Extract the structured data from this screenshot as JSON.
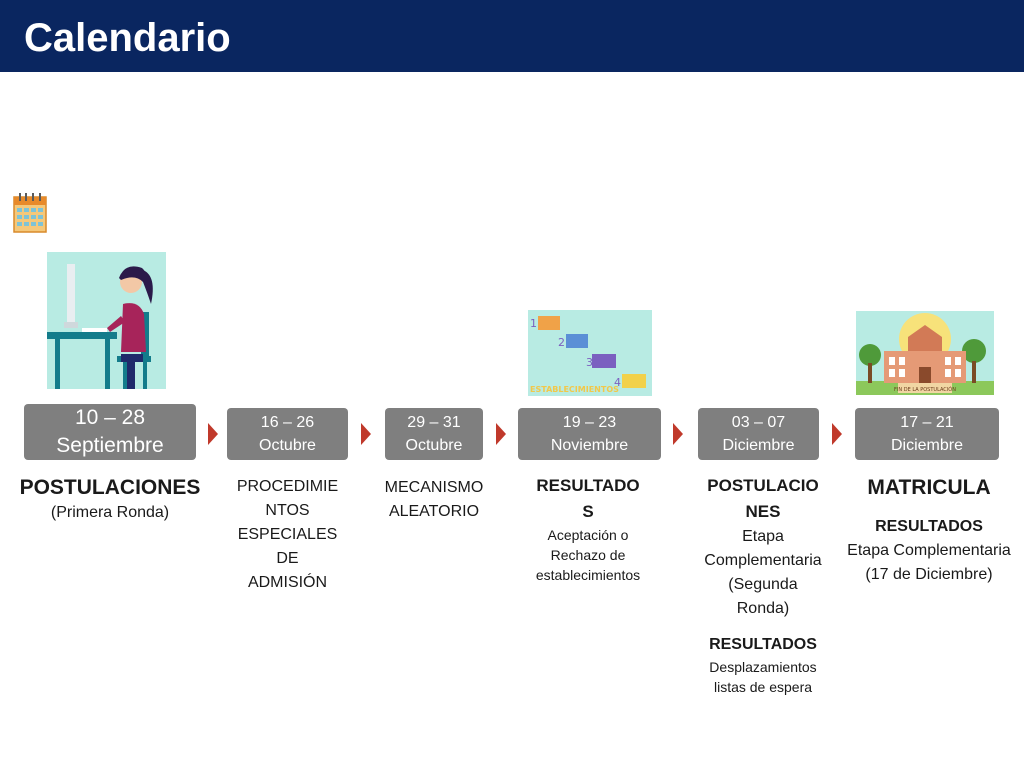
{
  "header": {
    "title": "Calendario"
  },
  "timeline": [
    {
      "date_line1": "10 – 28",
      "date_line2": "Septiembre",
      "title": "POSTULACIONES",
      "subtitle": "(Primera Ronda)"
    },
    {
      "date_line1": "16 – 26",
      "date_line2": "Octubre",
      "text_lines": [
        "PROCEDIMIE",
        "NTOS",
        "ESPECIALES",
        "DE",
        "ADMISIÓN"
      ]
    },
    {
      "date_line1": "29 – 31",
      "date_line2": "Octubre",
      "text_lines": [
        "MECANISMO",
        "ALEATORIO"
      ]
    },
    {
      "date_line1": "19 – 23",
      "date_line2": "Noviembre",
      "title_lines": [
        "RESULTADO",
        "S"
      ],
      "detail_lines": [
        "Aceptación o",
        "Rechazo de",
        "establecimientos"
      ]
    },
    {
      "date_line1": "03 – 07",
      "date_line2": "Diciembre",
      "title_lines": [
        "POSTULACIO",
        "NES"
      ],
      "detail_lines": [
        "Etapa",
        "Complementaria",
        "(Segunda",
        "Ronda)"
      ],
      "extra_title": "RESULTADOS",
      "extra_lines": [
        "Desplazamientos",
        "listas de espera"
      ]
    },
    {
      "date_line1": "17 – 21",
      "date_line2": "Diciembre",
      "title": "MATRICULA",
      "sub_title": "RESULTADOS",
      "detail_lines": [
        "Etapa Complementaria",
        "(17 de Diciembre)"
      ]
    }
  ],
  "illustrations": {
    "schools_label": "ESTABLECIMIENTOS",
    "school_sign": "FIN DE LA POSTULACIÓN",
    "numbers": [
      "1",
      "2",
      "3",
      "4"
    ]
  },
  "colors": {
    "header_bg": "#0a2660",
    "pill_bg": "#7f7f7f",
    "arrow": "#c0392b",
    "illus_bg": "#b8ebe3"
  },
  "icons": [
    "calendar-icon",
    "chevron-right-icon"
  ]
}
